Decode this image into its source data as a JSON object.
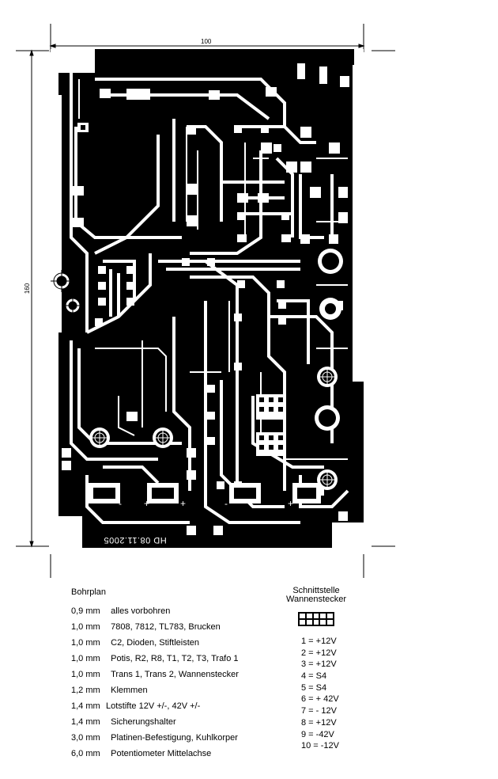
{
  "dimensions": {
    "width": "100",
    "height": "160"
  },
  "board_date": "HD 08.11.2005",
  "drill_plan": {
    "title": "Bohrplan",
    "rows": [
      {
        "size": "0,9 mm",
        "text": "alles vorbohren"
      },
      {
        "size": "1,0 mm",
        "text": "7808, 7812, TL783, Brucken"
      },
      {
        "size": "1,0 mm",
        "text": "C2, Dioden, Stiftleisten"
      },
      {
        "size": "1,0 mm",
        "text": "Potis, R2, R8, T1, T2, T3, Trafo 1"
      },
      {
        "size": "1,0 mm",
        "text": "Trans 1, Trans 2, Wannenstecker"
      },
      {
        "size": "1,2 mm",
        "text": "Klemmen"
      },
      {
        "size": "1,4 mm",
        "text": "Lotstifte 12V +/-, 42V +/-"
      },
      {
        "size": "1,4 mm",
        "text": "Sicherungshalter"
      },
      {
        "size": "3,0 mm",
        "text": "Platinen-Befestigung, Kuhlkorper"
      },
      {
        "size": "6,0 mm",
        "text": "Potentiometer Mittelachse"
      }
    ]
  },
  "interface": {
    "title_line1": "Schnittstelle",
    "title_line2": "Wannenstecker",
    "pins": [
      "1 = +12V",
      "2 = +12V",
      "3 = +12V",
      "4 = S4",
      "5 = S4",
      "6 = + 42V",
      "7 = - 12V",
      "8 = +12V",
      "9 = -42V",
      "10 = -12V"
    ]
  }
}
